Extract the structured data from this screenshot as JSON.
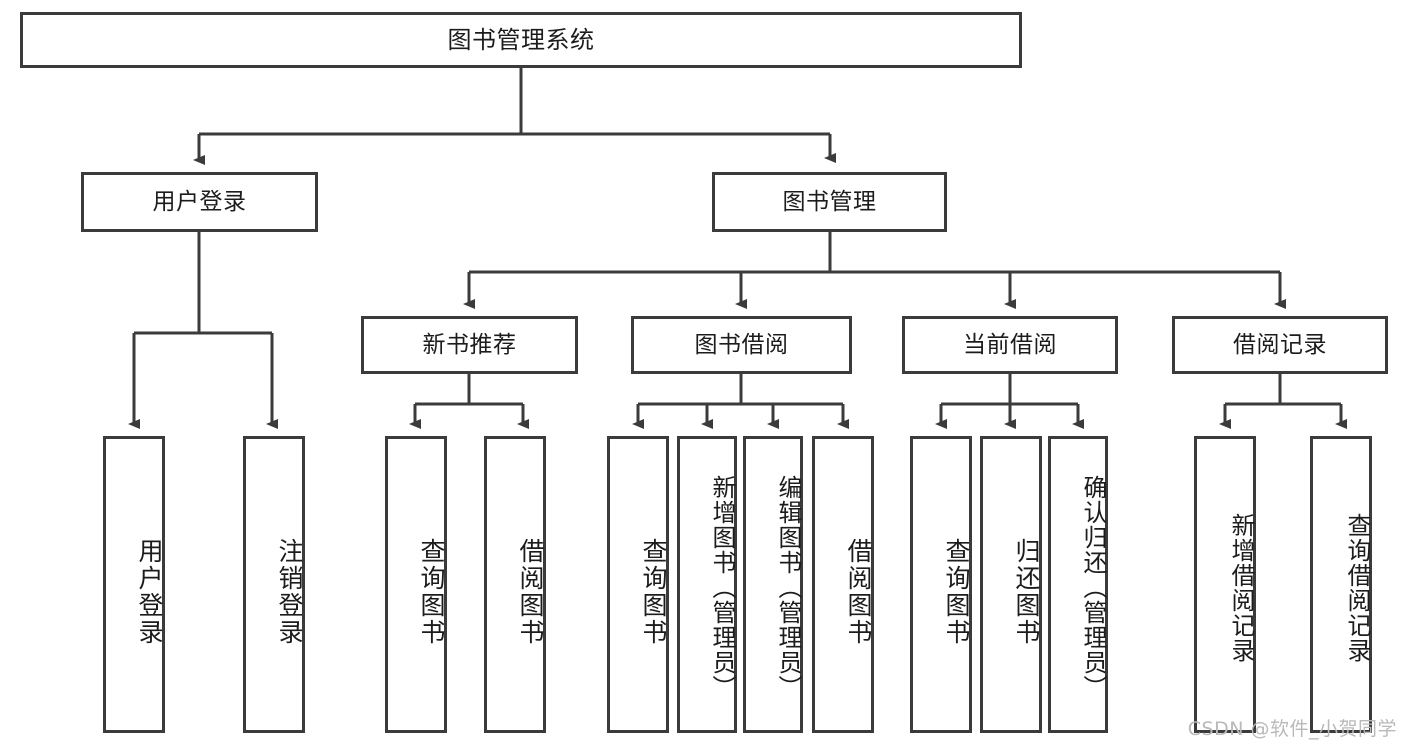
{
  "diagram": {
    "title": "图书管理系统",
    "type": "tree",
    "root": {
      "label": "图书管理系统"
    },
    "level2": [
      {
        "id": "user-login",
        "label": "用户登录"
      },
      {
        "id": "book-manage",
        "label": "图书管理"
      }
    ],
    "level3": [
      {
        "id": "new-book-recommend",
        "label": "新书推荐",
        "parent": "book-manage"
      },
      {
        "id": "book-borrow",
        "label": "图书借阅",
        "parent": "book-manage"
      },
      {
        "id": "current-borrow",
        "label": "当前借阅",
        "parent": "book-manage"
      },
      {
        "id": "borrow-record",
        "label": "借阅记录",
        "parent": "book-manage"
      }
    ],
    "leaves": [
      {
        "id": "leaf-user-login",
        "label": "用户登录",
        "parent": "user-login"
      },
      {
        "id": "leaf-logout-login",
        "label": "注销登录",
        "parent": "user-login"
      },
      {
        "id": "leaf-query-book-1",
        "label": "查询图书",
        "parent": "new-book-recommend"
      },
      {
        "id": "leaf-borrow-book-1",
        "label": "借阅图书",
        "parent": "new-book-recommend"
      },
      {
        "id": "leaf-query-book-2",
        "label": "查询图书",
        "parent": "book-borrow"
      },
      {
        "id": "leaf-add-book",
        "label": "新增图书（管理员）",
        "parent": "book-borrow"
      },
      {
        "id": "leaf-edit-book",
        "label": "编辑图书（管理员）",
        "parent": "book-borrow"
      },
      {
        "id": "leaf-borrow-book-2",
        "label": "借阅图书",
        "parent": "book-borrow"
      },
      {
        "id": "leaf-query-book-3",
        "label": "查询图书",
        "parent": "current-borrow"
      },
      {
        "id": "leaf-return-book",
        "label": "归还图书",
        "parent": "current-borrow"
      },
      {
        "id": "leaf-confirm-return",
        "label": "确认归还（管理员）",
        "parent": "current-borrow"
      },
      {
        "id": "leaf-add-record",
        "label": "新增借阅记录",
        "parent": "borrow-record"
      },
      {
        "id": "leaf-query-record",
        "label": "查询借阅记录",
        "parent": "borrow-record"
      }
    ],
    "colors": {
      "stroke": "#3b3b3b",
      "fill": "#ffffff",
      "text": "#1c1c1c",
      "watermark": "#b9b9b9"
    }
  },
  "watermark": {
    "text": "CSDN @软件_小贺同学"
  }
}
